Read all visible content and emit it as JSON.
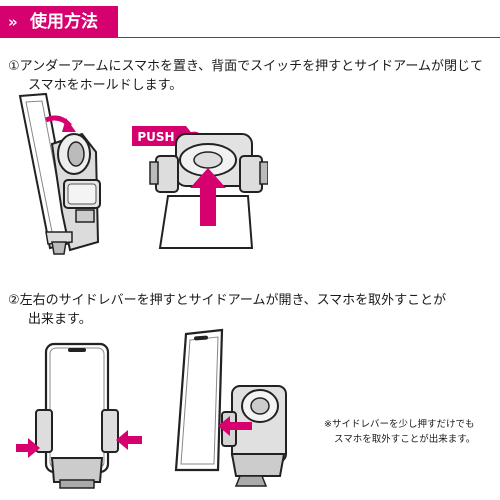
{
  "header": {
    "chevron": "»",
    "title": "使用方法"
  },
  "step1": {
    "number": "①",
    "line1": "アンダーアームにスマホを置き、背面でスイッチを押すとサイドアームが閉じて",
    "line2": "スマホをホールドします。"
  },
  "step2": {
    "number": "②",
    "line1": "左右のサイドレバーを押すとサイドアームが開き、スマホを取外すことが",
    "line2": "出来ます。"
  },
  "push_label": "PUSH",
  "note": {
    "line1": "※サイドレバーを少し押すだけでも",
    "line2": "スマホを取外すことが出来ます。"
  },
  "colors": {
    "accent": "#d6006e",
    "text": "#1a1a1a"
  }
}
